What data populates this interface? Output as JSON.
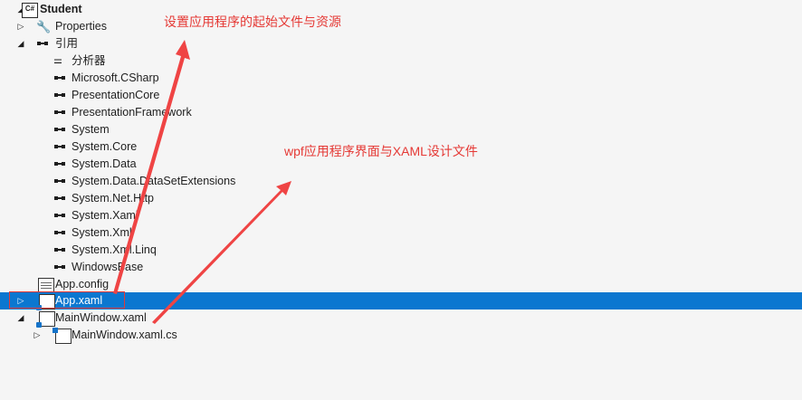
{
  "tree": {
    "project": {
      "icon_text": "C#",
      "label": "Student"
    },
    "properties": {
      "label": "Properties"
    },
    "references": {
      "label": "引用",
      "items": [
        {
          "label": "分析器",
          "icon": "analyzer-icon"
        },
        {
          "label": "Microsoft.CSharp",
          "icon": "reference-icon"
        },
        {
          "label": "PresentationCore",
          "icon": "reference-icon"
        },
        {
          "label": "PresentationFramework",
          "icon": "reference-icon"
        },
        {
          "label": "System",
          "icon": "reference-icon"
        },
        {
          "label": "System.Core",
          "icon": "reference-icon"
        },
        {
          "label": "System.Data",
          "icon": "reference-icon"
        },
        {
          "label": "System.Data.DataSetExtensions",
          "icon": "reference-icon"
        },
        {
          "label": "System.Net.Http",
          "icon": "reference-icon"
        },
        {
          "label": "System.Xaml",
          "icon": "reference-icon"
        },
        {
          "label": "System.Xml",
          "icon": "reference-icon"
        },
        {
          "label": "System.Xml.Linq",
          "icon": "reference-icon"
        },
        {
          "label": "WindowsBase",
          "icon": "reference-icon"
        }
      ]
    },
    "app_config": {
      "label": "App.config"
    },
    "app_xaml": {
      "label": "App.xaml"
    },
    "main_window": {
      "label": "MainWindow.xaml"
    },
    "main_window_cs": {
      "label": "MainWindow.xaml.cs"
    }
  },
  "annotations": {
    "app_note": "设置应用程序的起始文件与资源",
    "main_note": "wpf应用程序界面与XAML设计文件"
  },
  "colors": {
    "selection": "#0b77d0",
    "annotation": "#e53935"
  }
}
